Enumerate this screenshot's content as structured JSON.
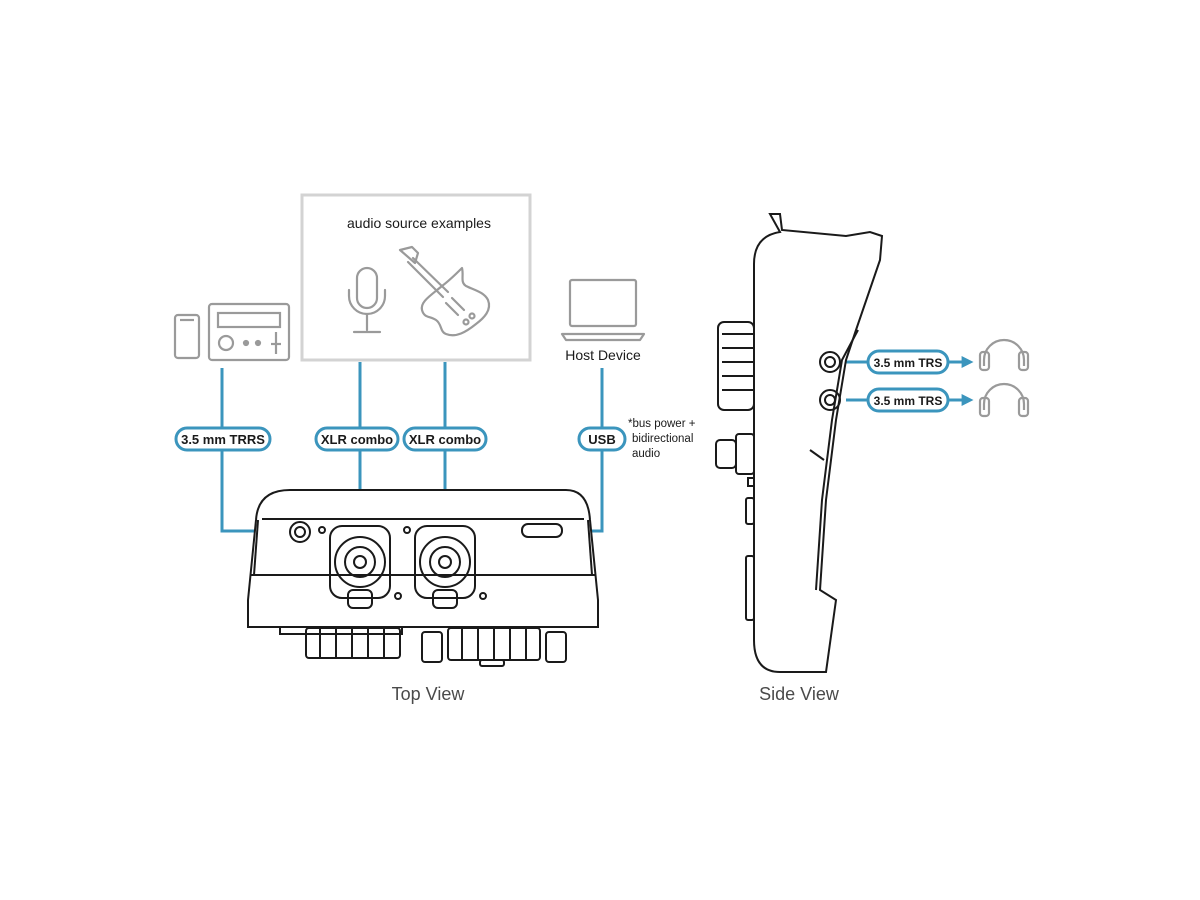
{
  "source_box": {
    "title": "audio source examples"
  },
  "host": {
    "label": "Host Device"
  },
  "connectors": {
    "trrs": "3.5 mm TRRS",
    "xlr1": "XLR combo",
    "xlr2": "XLR combo",
    "usb": "USB",
    "trs1": "3.5 mm TRS",
    "trs2": "3.5 mm TRS"
  },
  "usb_note": {
    "line1": "*bus power +",
    "line2": "bidirectional",
    "line3": "audio"
  },
  "views": {
    "top": "Top View",
    "side": "Side View"
  },
  "icons": [
    "smartphone-icon",
    "radio-icon",
    "microphone-icon",
    "guitar-icon",
    "laptop-icon",
    "headphones-icon"
  ],
  "colors": {
    "accent": "#3b95bd",
    "line": "#1a1a1a",
    "icon_gray": "#9a9a9a",
    "box_border": "#d3d3d3"
  }
}
